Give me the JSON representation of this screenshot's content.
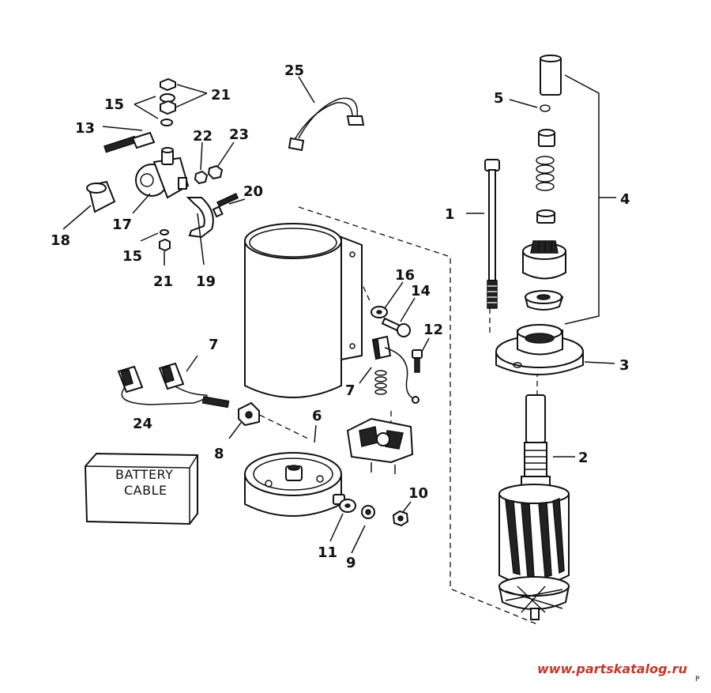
{
  "diagram": {
    "callouts": [
      {
        "id": "c1",
        "text": "1"
      },
      {
        "id": "c2",
        "text": "2"
      },
      {
        "id": "c3",
        "text": "3"
      },
      {
        "id": "c4",
        "text": "4"
      },
      {
        "id": "c5",
        "text": "5"
      },
      {
        "id": "c6",
        "text": "6"
      },
      {
        "id": "c7a",
        "text": "7"
      },
      {
        "id": "c7b",
        "text": "7"
      },
      {
        "id": "c8",
        "text": "8"
      },
      {
        "id": "c9",
        "text": "9"
      },
      {
        "id": "c10",
        "text": "10"
      },
      {
        "id": "c11",
        "text": "11"
      },
      {
        "id": "c12",
        "text": "12"
      },
      {
        "id": "c13",
        "text": "13"
      },
      {
        "id": "c14",
        "text": "14"
      },
      {
        "id": "c15a",
        "text": "15"
      },
      {
        "id": "c15b",
        "text": "15"
      },
      {
        "id": "c16",
        "text": "16"
      },
      {
        "id": "c17",
        "text": "17"
      },
      {
        "id": "c18",
        "text": "18"
      },
      {
        "id": "c19",
        "text": "19"
      },
      {
        "id": "c20",
        "text": "20"
      },
      {
        "id": "c21a",
        "text": "21"
      },
      {
        "id": "c21b",
        "text": "21"
      },
      {
        "id": "c22",
        "text": "22"
      },
      {
        "id": "c23",
        "text": "23"
      },
      {
        "id": "c24",
        "text": "24"
      },
      {
        "id": "c25",
        "text": "25"
      }
    ],
    "battery_box": {
      "line1": "BATTERY",
      "line2": "CABLE"
    },
    "watermark": "www.partskatalog.ru",
    "corner_mark": "P",
    "colors": {
      "ink": "#111111",
      "watermark": "#c0392b",
      "paper": "#ffffff"
    }
  }
}
